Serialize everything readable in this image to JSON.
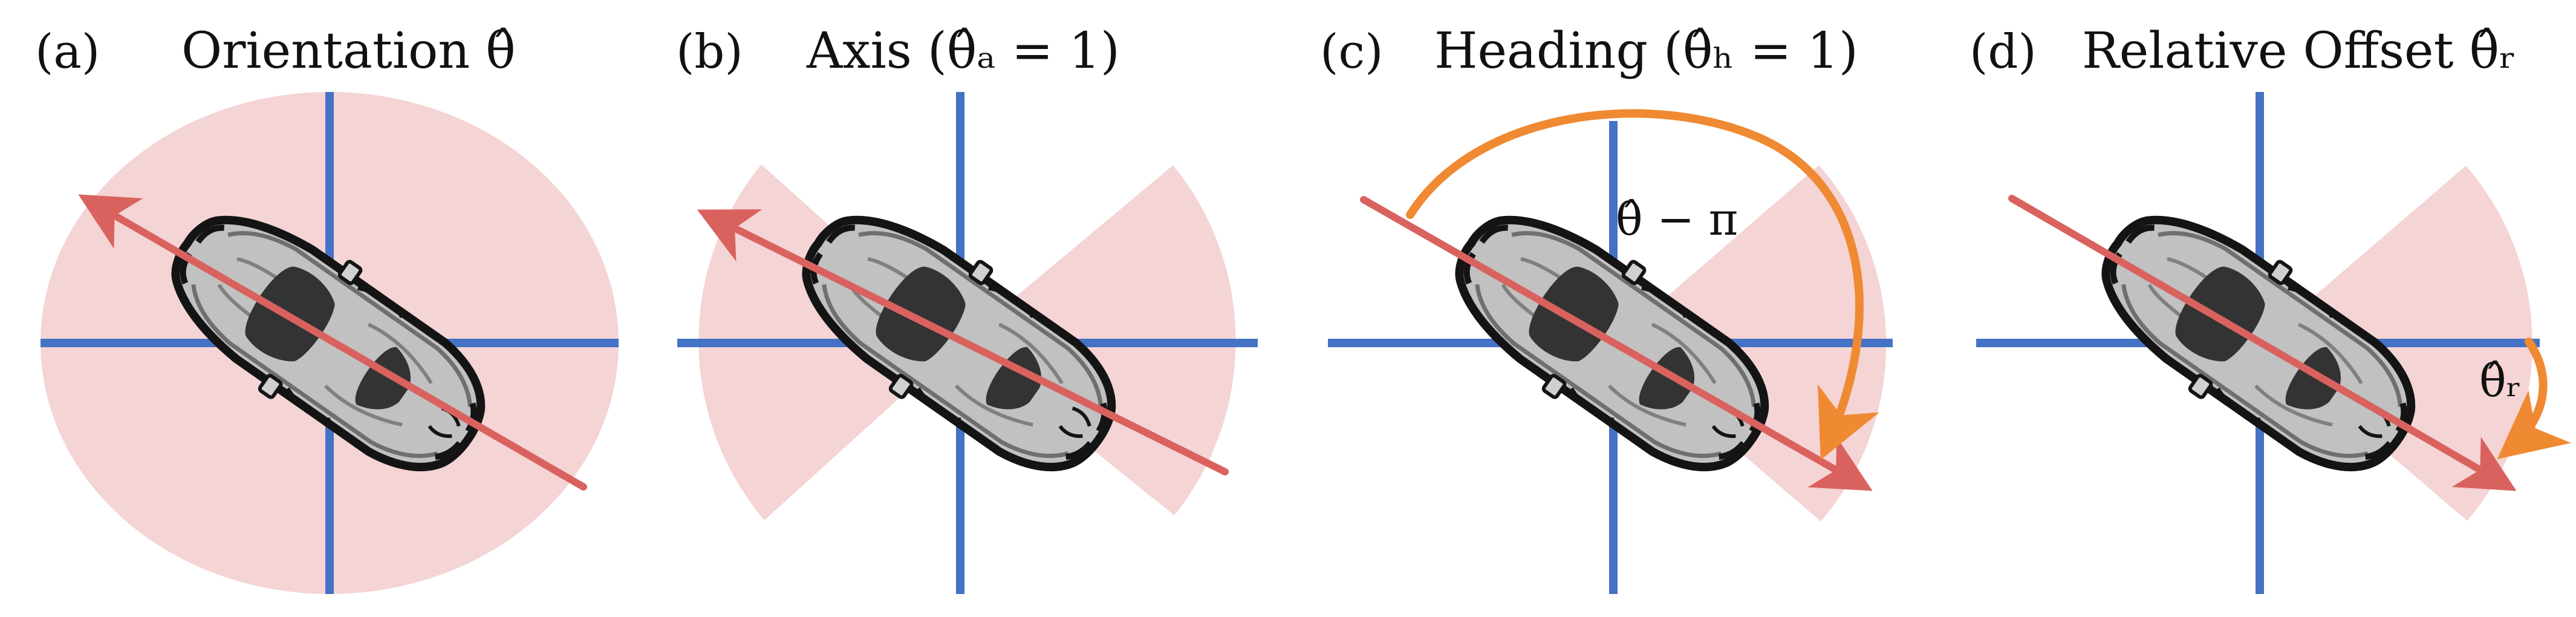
{
  "colors": {
    "axis": "#4472c4",
    "region": "#f4d4d4",
    "arrow": "#d9625f",
    "curve": "#ef8a33",
    "car_body": "#c1c1c1",
    "car_outline": "#141414",
    "car_glass": "#333333"
  },
  "panels": [
    {
      "letter": "(a)",
      "title": "Orientation θ̂"
    },
    {
      "letter": "(b)",
      "title": "Axis (θ̂ₐ = 1)"
    },
    {
      "letter": "(c)",
      "title": "Heading (θ̂ₕ = 1)",
      "annotation": "θ̂ − π"
    },
    {
      "letter": "(d)",
      "title": "Relative Offset θ̂ᵣ",
      "annotation": "θ̂ᵣ"
    }
  ]
}
